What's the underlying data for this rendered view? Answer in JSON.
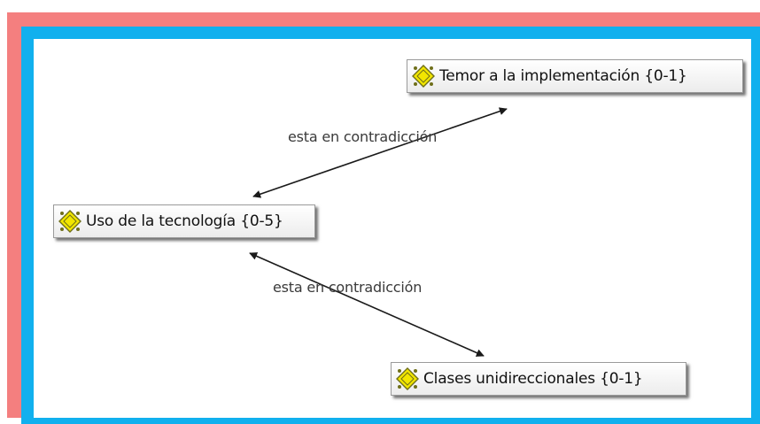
{
  "colors": {
    "outer_frame": "#f47f7f",
    "inner_frame": "#11b0ee",
    "node_icon_fill": "#f2e600",
    "node_icon_outline": "#6f6f1a",
    "edge": "#1a1a1a"
  },
  "nodes": {
    "temor": {
      "label": "Temor a la implementación {0-1}",
      "icon": "code-node-icon"
    },
    "uso": {
      "label": "Uso de la tecnología {0-5}",
      "icon": "code-node-icon"
    },
    "clases": {
      "label": "Clases unidireccionales {0-1}",
      "icon": "code-node-icon"
    }
  },
  "links": {
    "uso_temor": {
      "label": "esta en contradicción",
      "from": "uso",
      "to": "temor",
      "bidirectional": true
    },
    "uso_clases": {
      "label": "esta en contradicción",
      "from": "uso",
      "to": "clases",
      "bidirectional": true
    }
  }
}
